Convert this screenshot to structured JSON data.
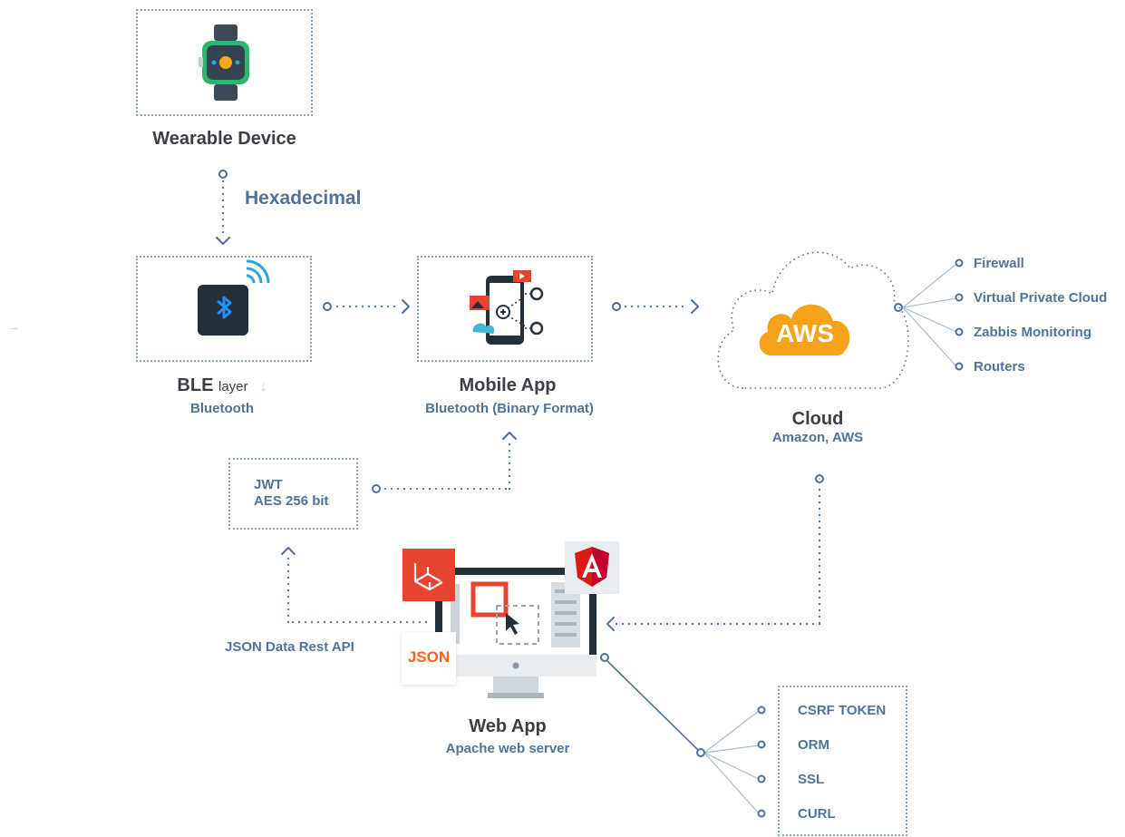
{
  "wearable": {
    "title": "Wearable Device"
  },
  "hex_label": "Hexadecimal",
  "ble": {
    "title": "BLE",
    "layer": "layer",
    "subtitle": "Bluetooth"
  },
  "mobile": {
    "title": "Mobile App",
    "subtitle": "Bluetooth (Binary Format)"
  },
  "cloud": {
    "title": "Cloud",
    "subtitle": "Amazon, AWS",
    "logo": "AWS",
    "features": [
      "Firewall",
      "Virtual Private Cloud",
      "Zabbis Monitoring",
      "Routers"
    ]
  },
  "security": {
    "line1": "JWT",
    "line2": "AES 256 bit"
  },
  "json_label": "JSON Data Rest API",
  "webapp": {
    "title": "Web App",
    "subtitle": "Apache web server",
    "json_badge": "JSON",
    "features": [
      "CSRF TOKEN",
      "ORM",
      "SSL",
      "CURL"
    ]
  },
  "colors": {
    "accent": "#50739a",
    "dots": "#8aa1b6",
    "aws_orange": "#f7a21b",
    "laravel_red": "#e74430",
    "angular_red": "#dd1b16",
    "json_orange": "#f26522"
  },
  "icons": {
    "left_arrow": "→",
    "down_arrow": "↓"
  }
}
